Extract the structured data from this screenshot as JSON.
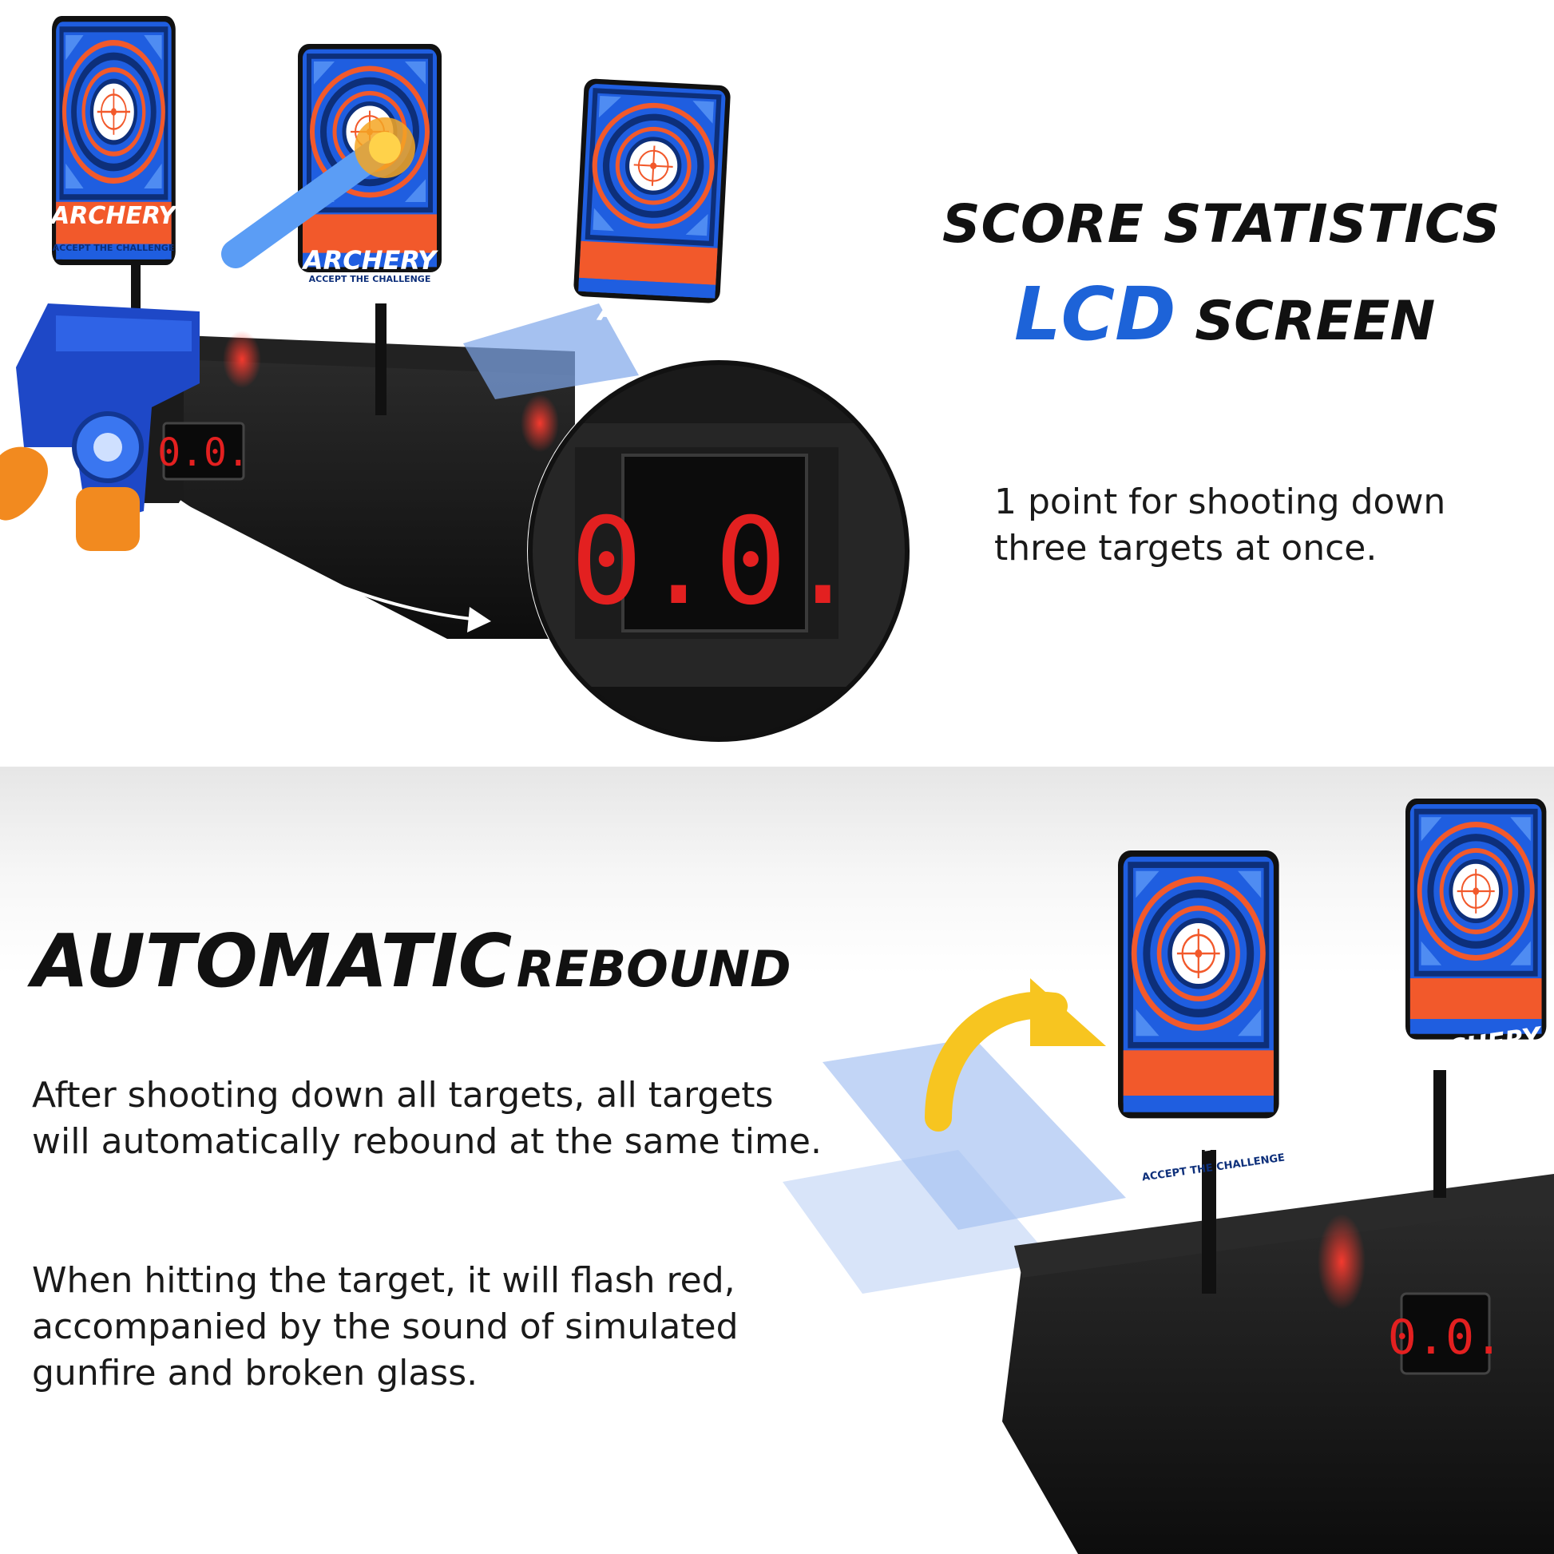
{
  "top_section": {
    "heading_line1": "SCORE STATISTICS",
    "heading_lcd": "LCD",
    "heading_screen": "SCREEN",
    "description": "1 point for shooting down three targets at once.",
    "display_digits": "0.0.",
    "accent_color": "#1d63d8"
  },
  "bottom_section": {
    "heading_big": "AUTOMATIC",
    "heading_small": "REBOUND",
    "paragraph1": "After shooting down all targets, all targets will automatically rebound at the same time.",
    "paragraph2": "When hitting the target, it will flash red, accompanied by the sound of simulated gunfire and broken glass."
  },
  "target": {
    "label": "ARCHERY",
    "tagline": "ACCEPT THE CHALLENGE",
    "blue": "#1f5ee0",
    "orange": "#f2592b"
  }
}
